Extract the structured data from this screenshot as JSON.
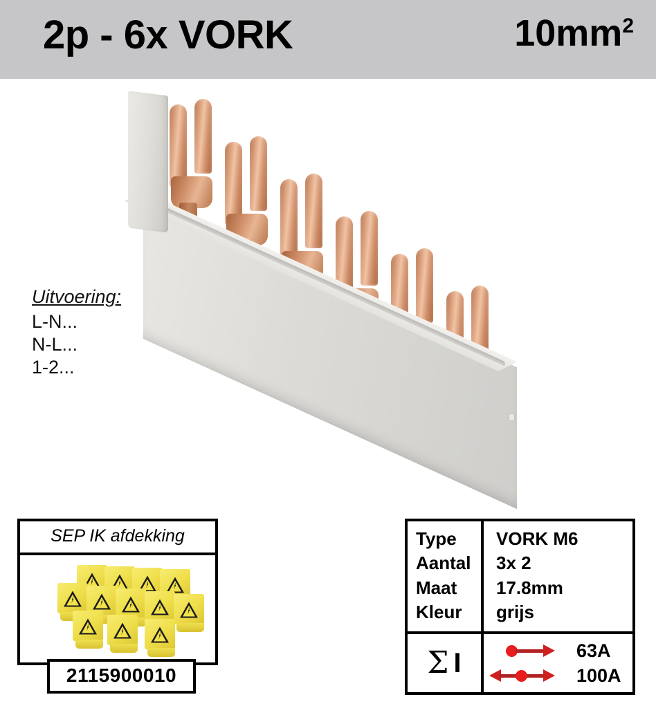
{
  "header": {
    "title": "2p - 6x VORK",
    "cross_section": "10mm",
    "cross_section_exponent": "2",
    "background_color": "#c6c6c9"
  },
  "uitvoering": {
    "heading": "Uitvoering:",
    "lines": [
      "L-N...",
      "N-L...",
      "1-2..."
    ]
  },
  "product_image": {
    "description": "busbar-6-fork-copper",
    "fork_count": 6,
    "body_color": "#dcdbd7",
    "copper_color": "#d08f6b"
  },
  "accessory": {
    "title": "SEP IK afdekking",
    "article_number": "2115900010",
    "cover_color": "#efdf4b",
    "cover_count": 12
  },
  "spec_table": {
    "rows": [
      {
        "label": "Type",
        "value": "VORK   M6"
      },
      {
        "label": "Aantal",
        "value": "3x 2"
      },
      {
        "label": "Maat",
        "value": "17.8mm"
      },
      {
        "label": "Kleur",
        "value": "grijs"
      }
    ],
    "current": {
      "symbol_sigma": "Σ",
      "symbol_current": "I",
      "accent_color": "#e81d1d",
      "entries": [
        {
          "type": "single-arrow",
          "value": "63A"
        },
        {
          "type": "double-arrow",
          "value": "100A"
        }
      ]
    }
  }
}
